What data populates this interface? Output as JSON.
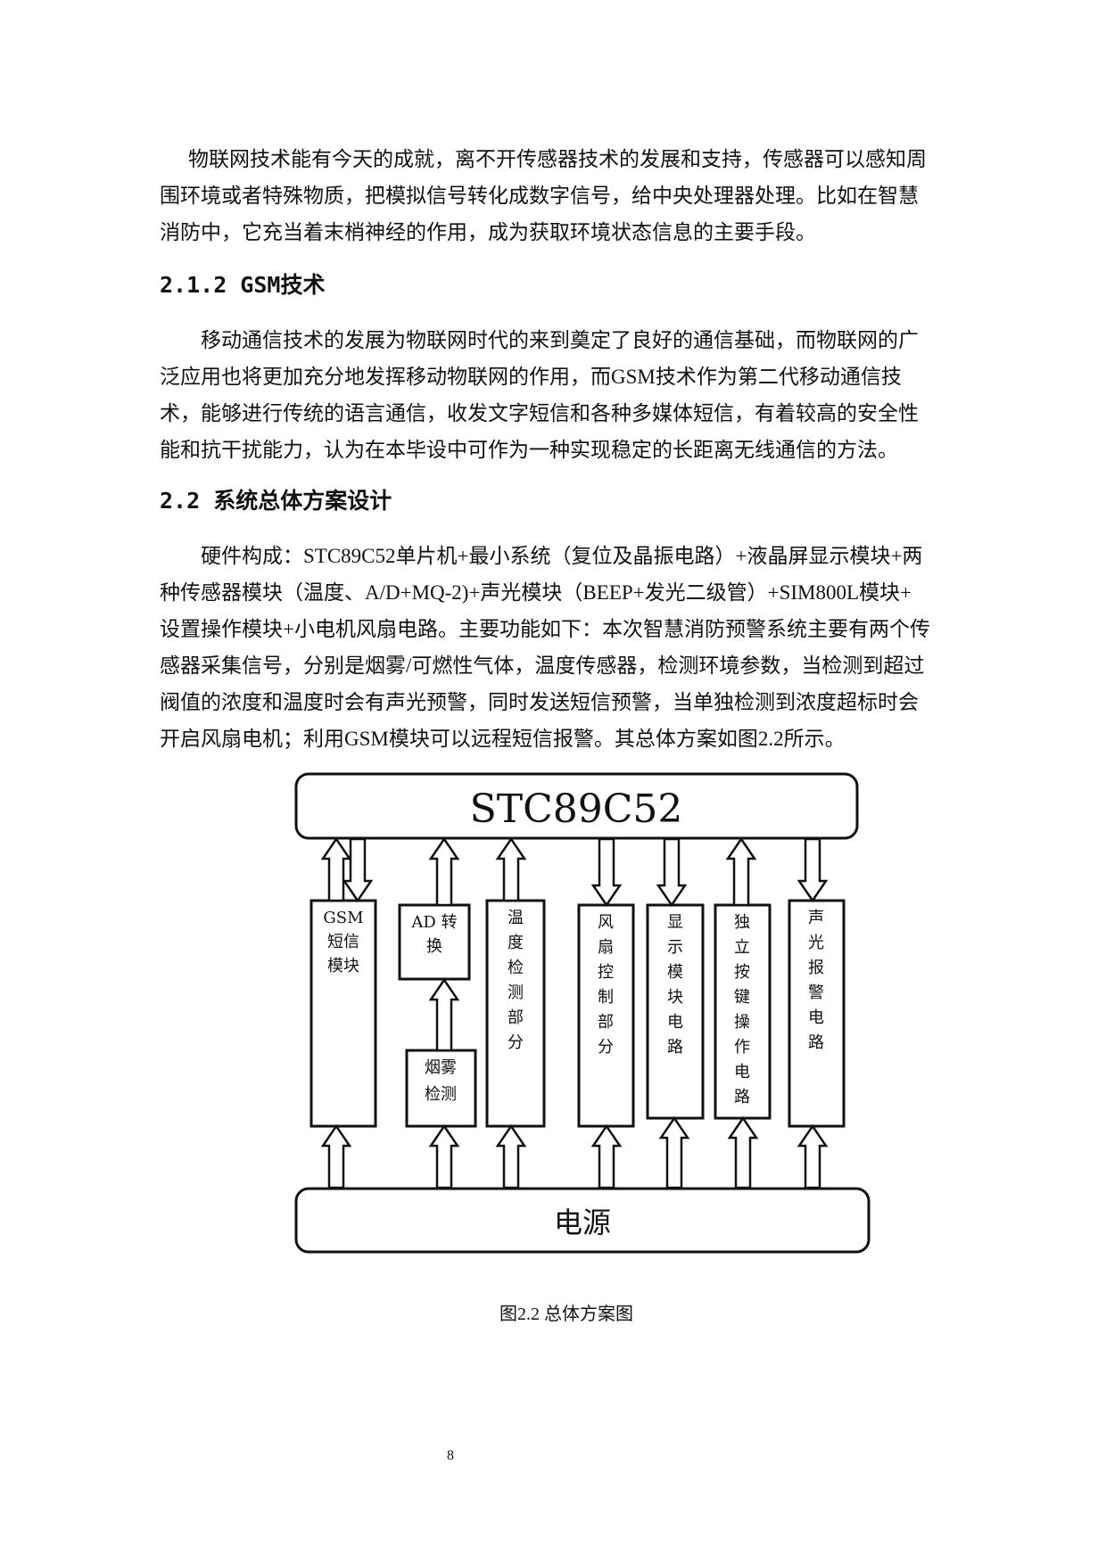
{
  "para1": [
    "物联网技术能有今天的成就，离不开传感器技术的发展和支持，传感器可以感知周",
    "围环境或者特殊物质，把模拟信号转化成数字信号，给中央处理器处理。比如在智慧",
    "消防中，它充当着末梢神经的作用，成为获取环境状态信息的主要手段。"
  ],
  "heading1": "2.1.2 GSM技术",
  "para2": [
    "移动通信技术的发展为物联网时代的来到奠定了良好的通信基础，而物联网的广",
    "泛应用也将更加充分地发挥移动物联网的作用，而GSM技术作为第二代移动通信技",
    "术，能够进行传统的语言通信，收发文字短信和各种多媒体短信，有着较高的安全性",
    "能和抗干扰能力，认为在本毕设中可作为一种实现稳定的长距离无线通信的方法。"
  ],
  "heading2": "2.2 系统总体方案设计",
  "para3": [
    "硬件构成：STC89C52单片机+最小系统（复位及晶振电路）+液晶屏显示模块+两",
    "种传感器模块（温度、A/D+MQ-2)+声光模块（BEEP+发光二级管）+SIM800L模块+",
    "设置操作模块+小电机风扇电路。主要功能如下：本次智慧消防预警系统主要有两个传",
    "感器采集信号，分别是烟雾/可燃性气体，温度传感器，检测环境参数，当检测到超过",
    "阀值的浓度和温度时会有声光预警，同时发送短信预警，当单独检测到浓度超标时会",
    "开启风扇电机；利用GSM模块可以远程短信报警。其总体方案如图2.2所示。"
  ],
  "diagram": {
    "mcu": "STC89C52",
    "power": "电源",
    "modules": {
      "gsm": [
        "GSM",
        "短信",
        "模块"
      ],
      "ad": [
        "AD 转",
        "换"
      ],
      "smoke": [
        "烟雾",
        "检测"
      ],
      "temp": [
        "温",
        "度",
        "检",
        "测",
        "部",
        "分"
      ],
      "fan": [
        "风",
        "扇",
        "控",
        "制",
        "部",
        "分"
      ],
      "display": [
        "显",
        "示",
        "模",
        "块",
        "电",
        "路"
      ],
      "keys": [
        "独",
        "立",
        "按",
        "键",
        "操",
        "作",
        "电",
        "路"
      ],
      "alarm": [
        "声",
        "光",
        "报",
        "警",
        "电",
        "路"
      ]
    }
  },
  "caption": "图2.2 总体方案图",
  "page_number": "8"
}
